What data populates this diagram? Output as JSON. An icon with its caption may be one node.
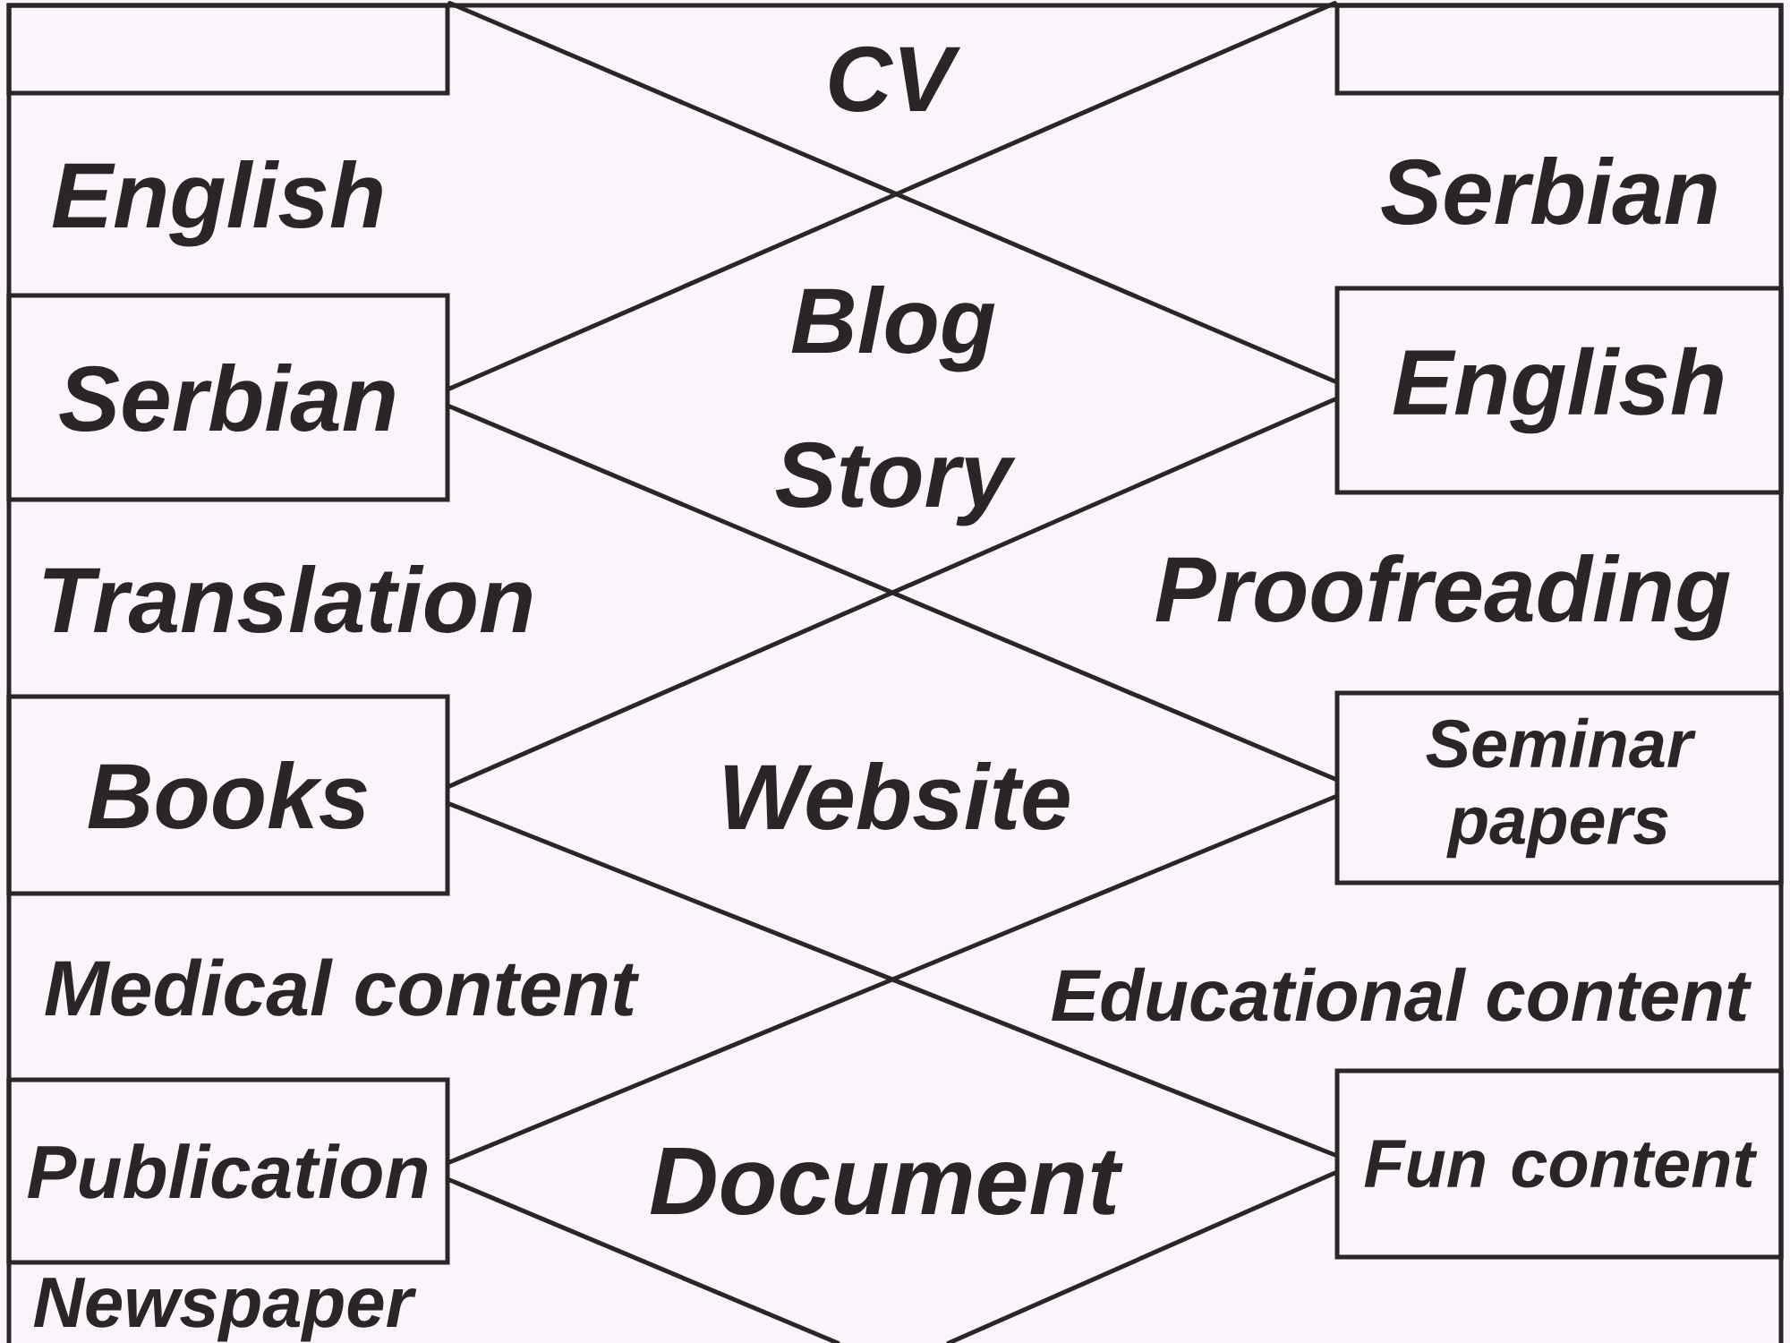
{
  "diagram": {
    "nodes": [
      {
        "text": [],
        "shape": "box"
      },
      {
        "text": [],
        "shape": "box"
      },
      {
        "text": [
          "Serbian"
        ]
      },
      {
        "text": [
          "English"
        ]
      },
      {
        "text": [
          "Books"
        ]
      },
      {
        "text": [
          "Seminar papers"
        ]
      },
      {
        "text": [
          "Publication"
        ]
      },
      {
        "text": [
          "Fun content"
        ]
      }
    ],
    "edges": [
      {
        "from": 0,
        "to": 3,
        "arrow": "none"
      },
      {
        "from": 1,
        "to": 2,
        "arrow": "none"
      },
      {
        "from": 2,
        "to": 5,
        "arrow": "none"
      },
      {
        "from": 3,
        "to": 4,
        "arrow": "none"
      },
      {
        "from": 4,
        "to": 7,
        "arrow": "none"
      },
      {
        "from": 5,
        "to": 6,
        "arrow": "none"
      },
      {
        "from": 6,
        "to": null,
        "arrow": "none"
      },
      {
        "from": 7,
        "to": null,
        "arrow": "none"
      }
    ],
    "labels": [
      "CV",
      "English",
      "Serbian",
      "Blog",
      "Story",
      "Translation",
      "Proofreading",
      "Website",
      "Medical content",
      "Educational content",
      "Document",
      "Newspaper"
    ]
  }
}
